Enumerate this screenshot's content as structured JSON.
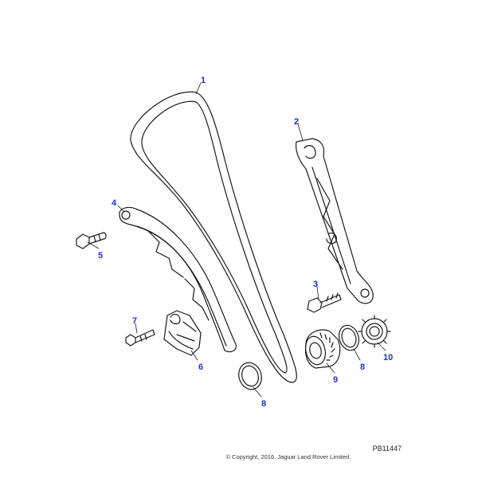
{
  "diagram": {
    "callouts": {
      "c1": "1",
      "c2": "2",
      "c3": "3",
      "c4": "4",
      "c5": "5",
      "c6": "6",
      "c7": "7",
      "c8a": "8",
      "c8b": "8",
      "c9": "9",
      "c10": "10"
    },
    "reference_code": "PB11447",
    "copyright": "© Copyright, 2016. Jaguar Land Rover Limited.",
    "colors": {
      "callout": "#2030c8",
      "line": "#1a1a1a",
      "fill": "#ffffff"
    }
  }
}
